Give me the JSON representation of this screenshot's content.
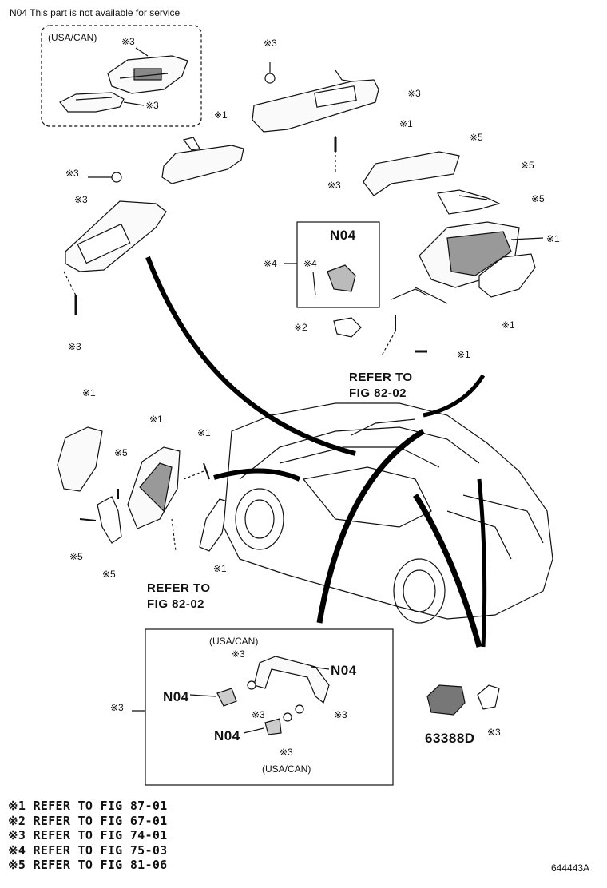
{
  "header_note": "N04  This part is not available for service",
  "figure_id": "644443A",
  "market_label": "(USA/CAN)",
  "not_serviceable_code": "N04",
  "refer_to": "REFER TO",
  "fig_82_02": "FIG 82-02",
  "part_number_63388d": "63388D",
  "ref": {
    "r1": "※1",
    "r2": "※2",
    "r3": "※3",
    "r4": "※4",
    "r5": "※5"
  },
  "legend": [
    "※1 REFER TO FIG 87-01",
    "※2 REFER TO FIG 67-01",
    "※3 REFER TO FIG 74-01",
    "※4 REFER TO FIG 75-03",
    "※5 REFER TO FIG 81-06"
  ]
}
